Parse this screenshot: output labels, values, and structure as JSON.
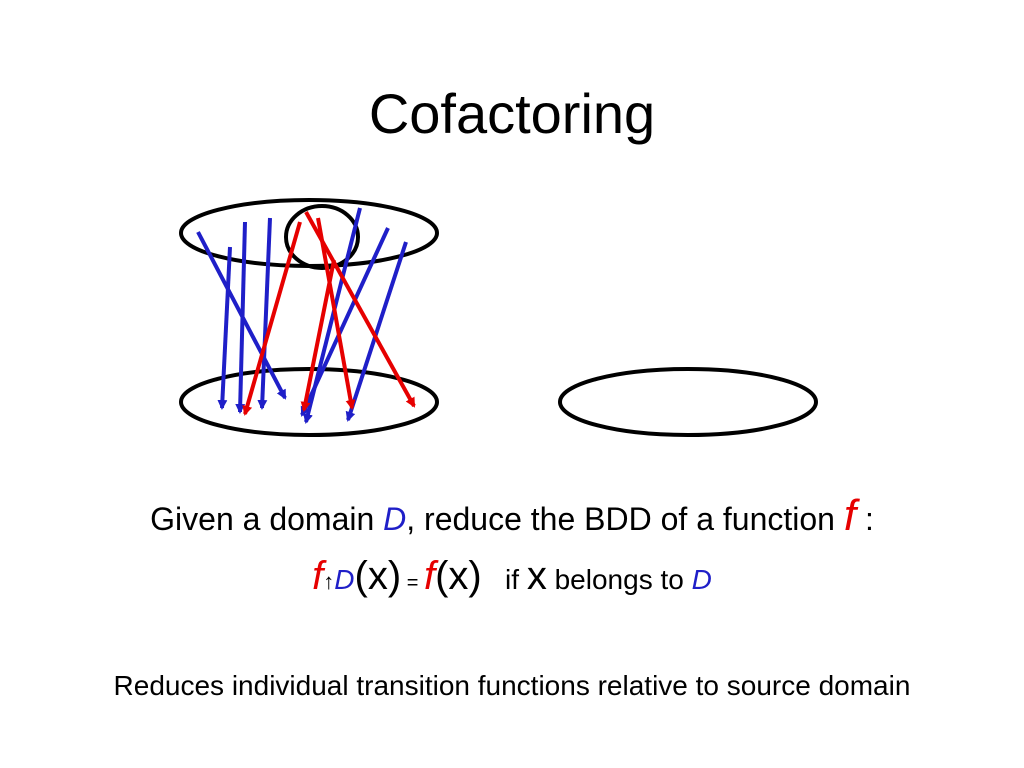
{
  "title": "Cofactoring",
  "colors": {
    "red": "#e60000",
    "blue": "#1f1fc8",
    "black": "#000000"
  },
  "given": {
    "prefix": "Given a domain ",
    "domain_symbol": "D",
    "middle": ", reduce the BDD of a function ",
    "function_symbol": "f",
    "suffix": " :"
  },
  "formula": {
    "f_left": "f",
    "restrict_arrow": "↑",
    "domain_sub": "D",
    "arg_left": "(x)",
    "equals": " = ",
    "f_right": "f",
    "arg_right": "(x)",
    "condition_if": "if ",
    "condition_var": "x",
    "condition_text": " belongs to ",
    "condition_domain": "D"
  },
  "footer": "Reduces individual transition functions relative to source domain"
}
